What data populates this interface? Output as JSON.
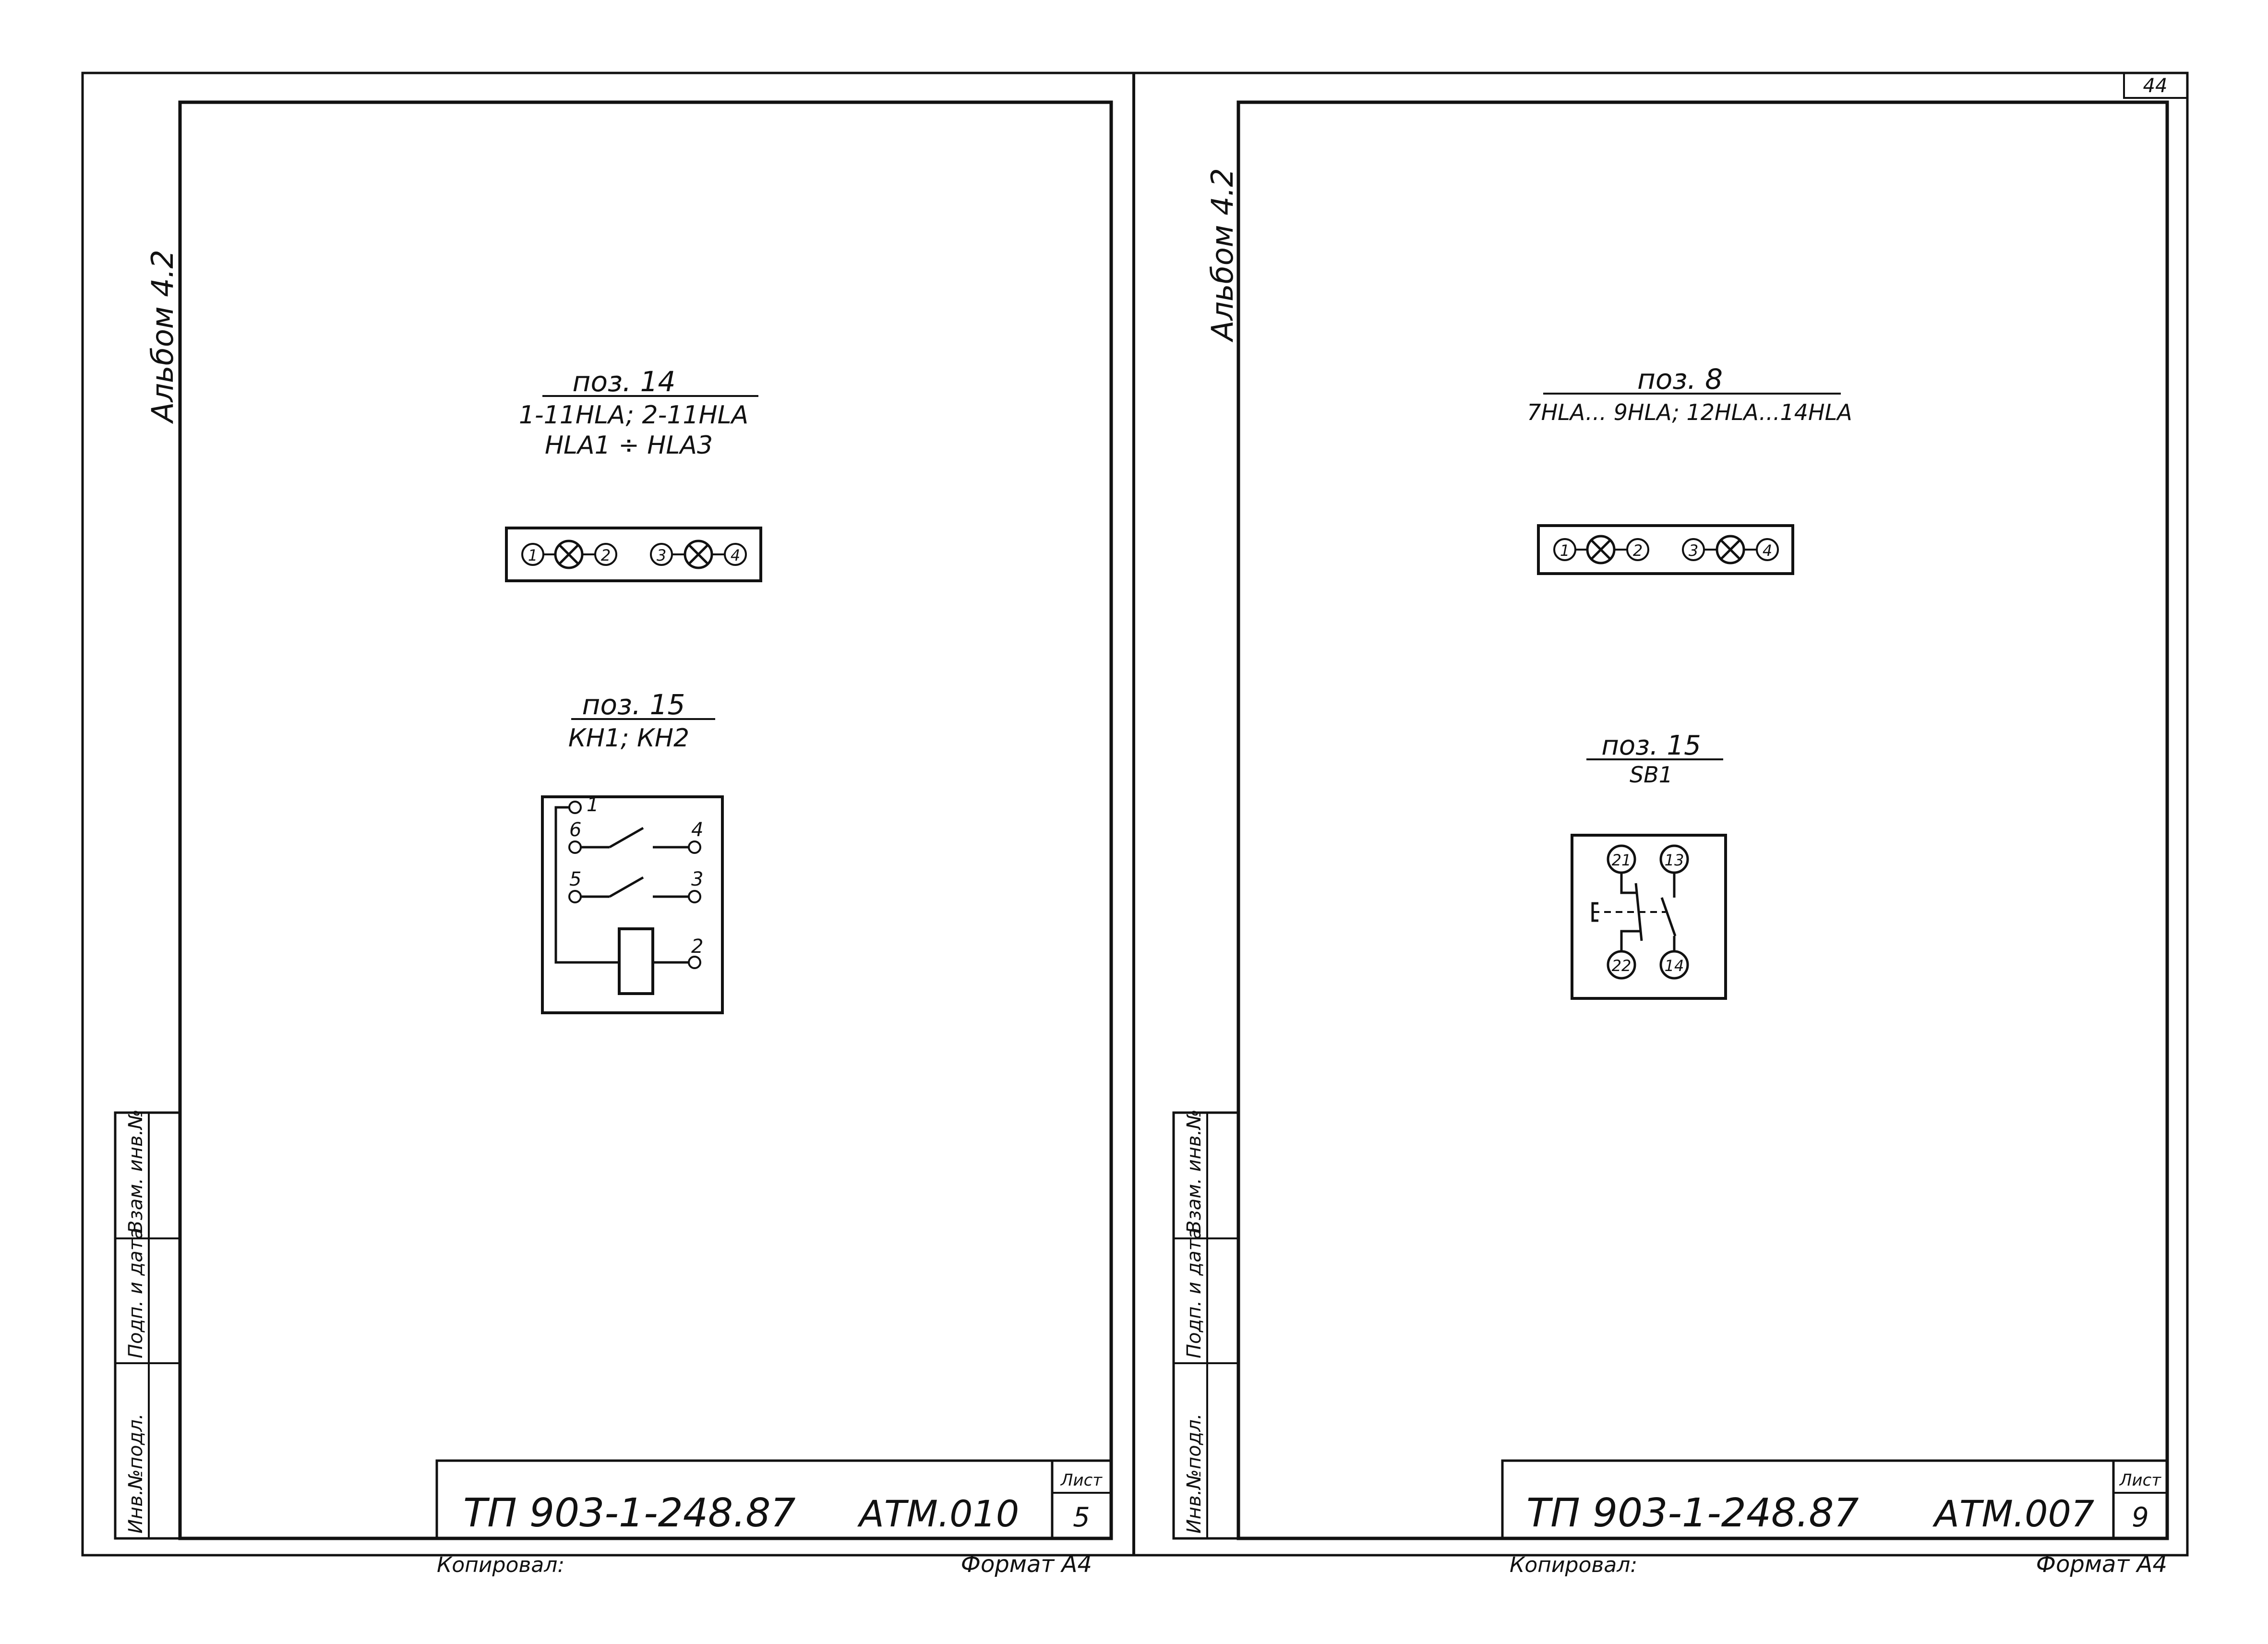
{
  "corner_sheet_number": "44",
  "sheets": [
    {
      "album": "Альбом 4.2",
      "side_labels": {
        "inv_podl": "Инв.№подл.",
        "podp_data": "Подп. и дата",
        "vzam_inv": "Взам. инв.№"
      },
      "blocks": [
        {
          "title": "поз. 14",
          "sublines": [
            "1-11HLA; 2-11HLA",
            "HLA1 ÷ HLA3"
          ],
          "terminals": [
            "1",
            "2",
            "3",
            "4"
          ]
        },
        {
          "title": "поз. 15",
          "sublines": [
            "КН1; КН2"
          ],
          "terminals": [
            "1",
            "6",
            "4",
            "5",
            "3",
            "2"
          ]
        }
      ],
      "title_block": {
        "doc_code": "ТП 903-1-248.87",
        "mark": "АТМ.010",
        "sheet_label": "Лист",
        "sheet_number": "5"
      },
      "footer": {
        "copied": "Копировал: ",
        "format": "Формат А4"
      }
    },
    {
      "album": "Альбом 4.2",
      "side_labels": {
        "inv_podl": "Инв.№подл.",
        "podp_data": "Подп. и дата",
        "vzam_inv": "Взам. инв.№"
      },
      "blocks": [
        {
          "title": "поз. 8",
          "sublines": [
            "7HLA... 9HLA; 12HLA...14HLA"
          ],
          "terminals": [
            "1",
            "2",
            "3",
            "4"
          ]
        },
        {
          "title": "поз. 15",
          "sublines": [
            "SB1"
          ],
          "terminals": [
            "21",
            "13",
            "22",
            "14"
          ]
        }
      ],
      "title_block": {
        "doc_code": "ТП 903-1-248.87",
        "mark": "АТМ.007",
        "sheet_label": "Лист",
        "sheet_number": "9"
      },
      "footer": {
        "copied": "Копировал: ",
        "format": "Формат А4"
      }
    }
  ]
}
